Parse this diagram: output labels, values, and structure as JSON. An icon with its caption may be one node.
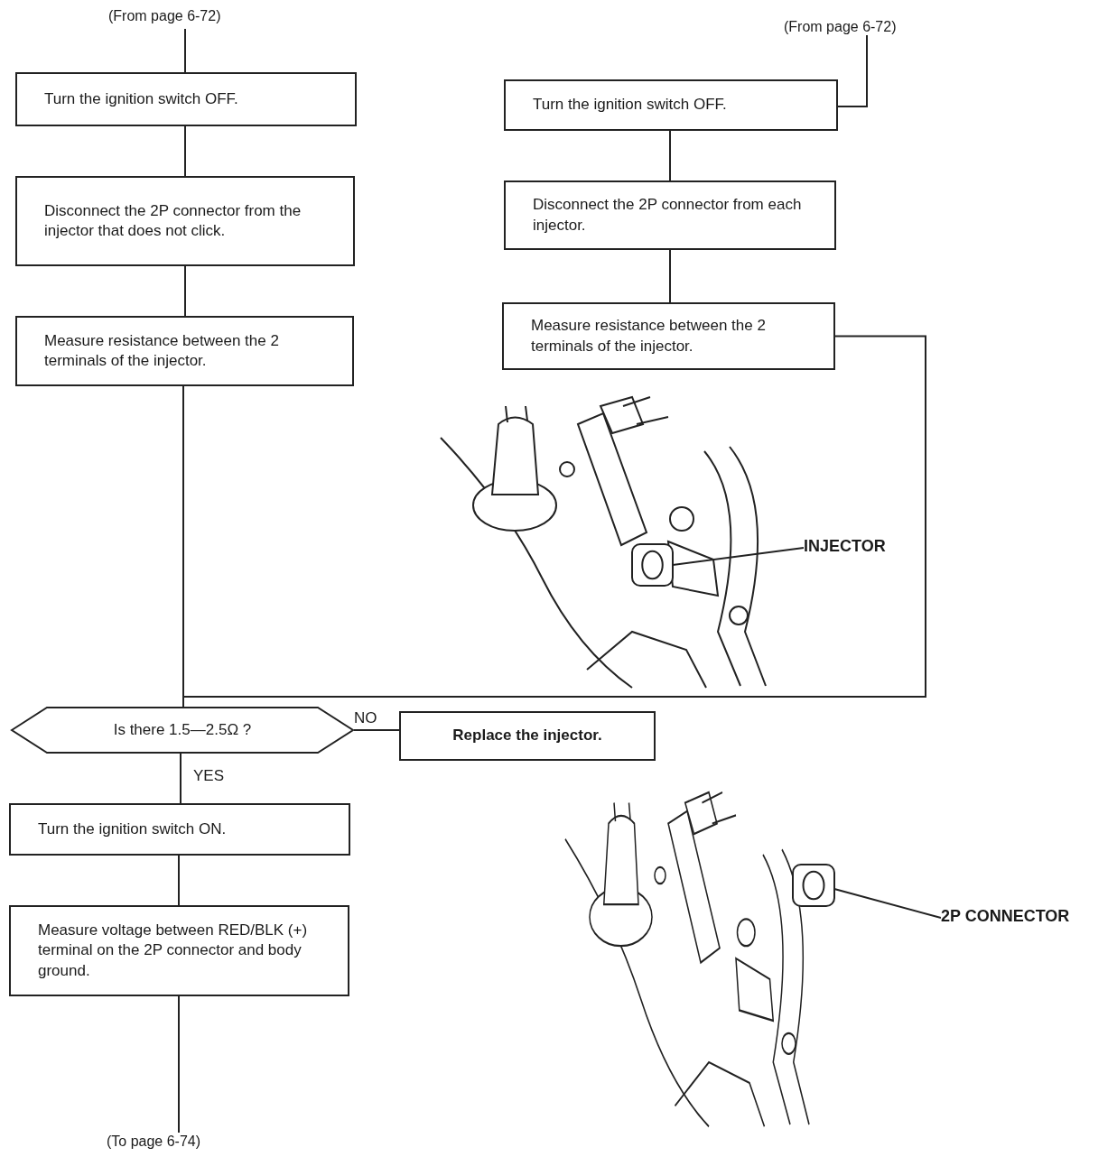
{
  "diagram": {
    "nodes": [
      {
        "text": [
          "(From page 6-72)"
        ]
      },
      {
        "text": [
          "Turn the ignition switch OFF."
        ]
      },
      {
        "text": [
          "Disconnect the 2P connector from the injector that does not click."
        ]
      },
      {
        "text": [
          "Measure resistance between the 2 terminals of the injector."
        ]
      },
      {
        "text": [
          "(From page 6-72)"
        ]
      },
      {
        "text": [
          "Turn the ignition switch OFF."
        ]
      },
      {
        "text": [
          "Disconnect the 2P connector from each injector."
        ]
      },
      {
        "text": [
          "Measure resistance between the 2 terminals of the injector."
        ]
      },
      {
        "text": [],
        "shape": "picture"
      },
      {
        "text": [
          "INJECTOR"
        ]
      },
      {
        "text": [
          "Is there 1.5—2.5Ω ?"
        ]
      },
      {
        "text": [
          "Replace the injector."
        ]
      },
      {
        "text": [
          "Turn the ignition switch ON."
        ]
      },
      {
        "text": [
          "Measure voltage between RED/BLK (+) terminal on the 2P connector and body ground."
        ]
      },
      {
        "text": [
          "(To page 6-74)"
        ]
      },
      {
        "text": [],
        "shape": "picture"
      },
      {
        "text": [
          "2P CONNECTOR"
        ]
      }
    ],
    "edges": [
      {
        "from": 0,
        "to": 1,
        "arrow": "none"
      },
      {
        "from": 1,
        "to": 2,
        "arrow": "none"
      },
      {
        "from": 2,
        "to": 3,
        "arrow": "none"
      },
      {
        "from": 3,
        "to": 10,
        "arrow": "none"
      },
      {
        "from": 4,
        "to": 5,
        "arrow": "none"
      },
      {
        "from": 5,
        "to": 6,
        "arrow": "none"
      },
      {
        "from": 6,
        "to": 7,
        "arrow": "none"
      },
      {
        "from": 7,
        "to": 10,
        "arrow": "none"
      },
      {
        "from": 10,
        "to": 11,
        "arrow": "none",
        "label": "NO"
      },
      {
        "from": 10,
        "to": 12,
        "arrow": "none",
        "label": "YES"
      },
      {
        "from": 12,
        "to": 13,
        "arrow": "none"
      },
      {
        "from": 13,
        "to": 14,
        "arrow": "none"
      },
      {
        "from": 9,
        "to": 8,
        "arrow": "none"
      },
      {
        "from": 16,
        "to": 15,
        "arrow": "none"
      }
    ]
  }
}
